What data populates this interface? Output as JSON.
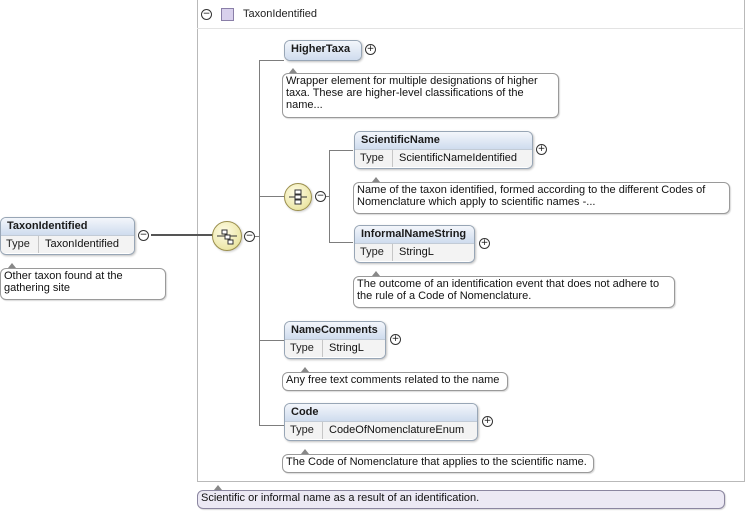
{
  "group": {
    "title": "TaxonIdentified",
    "toggle": "−",
    "documentation": "Scientific or informal name as a result of an identification."
  },
  "root": {
    "name": "TaxonIdentified",
    "type_label": "Type",
    "type_value": "TaxonIdentified",
    "toggle": "−",
    "documentation": "Other taxon found at the gathering site"
  },
  "sequence": {
    "toggle": "−"
  },
  "choice": {
    "toggle": "−"
  },
  "elements": {
    "higher_taxa": {
      "name": "HigherTaxa",
      "toggle": "+",
      "documentation_line1": "Wrapper element for multiple designations of higher",
      "documentation_line2": "taxa. These are higher-level classifications of the",
      "documentation_line3": "name..."
    },
    "scientific_name": {
      "name": "ScientificName",
      "type_label": "Type",
      "type_value": "ScientificNameIdentified",
      "toggle": "+",
      "documentation_line1": "Name of the taxon identified, formed according to the different Codes of",
      "documentation_line2": "Nomenclature which apply to scientific names -..."
    },
    "informal_name": {
      "name": "InformalNameString",
      "type_label": "Type",
      "type_value": "StringL",
      "toggle": "+",
      "documentation_line1": "The outcome of an identification event that does not adhere to",
      "documentation_line2": "the rule of a Code of Nomenclature."
    },
    "name_comments": {
      "name": "NameComments",
      "type_label": "Type",
      "type_value": "StringL",
      "toggle": "+",
      "documentation": "Any free text comments related to the name"
    },
    "code": {
      "name": "Code",
      "type_label": "Type",
      "type_value": "CodeOfNomenclatureEnum",
      "toggle": "+",
      "documentation": "The Code of Nomenclature that applies to the scientific name."
    }
  },
  "colors": {
    "header_gradient_top": "#f3f6fb",
    "header_gradient_bottom": "#cfdcee",
    "compositor_fill": "#ece7a8",
    "group_doc_fill": "#ece9f4",
    "group_icon": "#d8d0ec"
  },
  "icons": {
    "group": "complex-type-icon",
    "sequence": "sequence-compositor-icon",
    "choice": "choice-compositor-icon"
  }
}
